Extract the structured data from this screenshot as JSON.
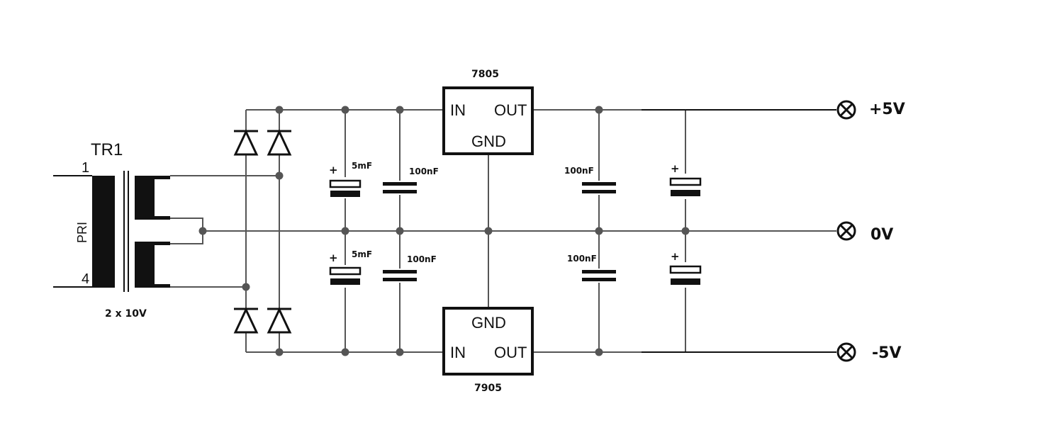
{
  "transformer": {
    "name": "TR1",
    "pin_top": "1",
    "pin_bottom": "4",
    "primary_label": "PRI",
    "secondary_label": "2 x 10V"
  },
  "regulators": {
    "positive": {
      "part": "7805",
      "in": "IN",
      "out": "OUT",
      "gnd": "GND"
    },
    "negative": {
      "part": "7905",
      "in": "IN",
      "out": "OUT",
      "gnd": "GND"
    }
  },
  "capacitors": {
    "in_pos_elec": "5mF",
    "in_neg_elec": "5mF",
    "in_pos_cer": "100nF",
    "in_neg_cer": "100nF",
    "out_pos_cer": "100nF",
    "out_neg_cer": "100nF",
    "polarity_mark": "+"
  },
  "outputs": {
    "pos": "+5V",
    "zero": "0V",
    "neg": "-5V"
  },
  "colors": {
    "wire": "#555555",
    "component": "#111111",
    "background": "#ffffff"
  }
}
